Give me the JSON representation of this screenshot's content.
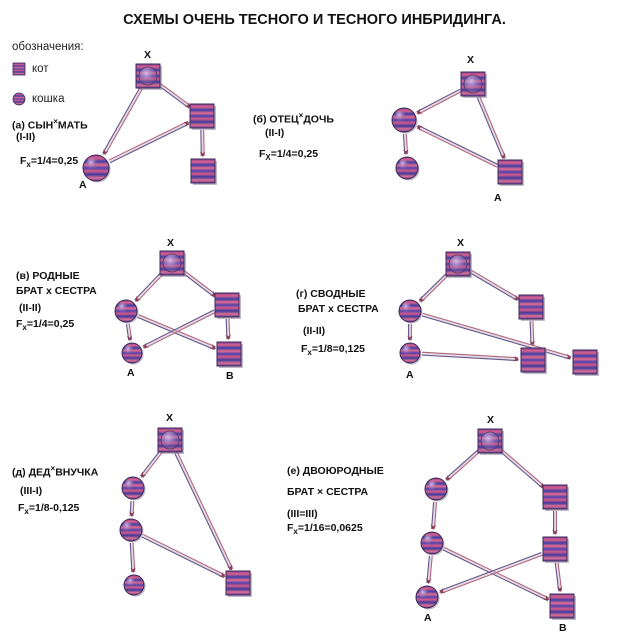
{
  "title": "СХЕМЫ ОЧЕНЬ ТЕСНОГО И ТЕСНОГО ИНБРИДИНГА.",
  "legend": {
    "heading": "обозначения:",
    "male": "кот",
    "female": "кошка"
  },
  "diagrams": [
    {
      "id": "a",
      "cross_prefix": "(а) СЫН",
      "cross_suffix": "МАТЬ",
      "degree": "(I-II)",
      "fx_sub": "x",
      "fx_value": "=1/4=0,25",
      "top": "X",
      "left": "A"
    },
    {
      "id": "b",
      "cross_prefix": "(б) ОТЕЦ",
      "cross_suffix": "ДОЧЬ",
      "degree": "(II-I)",
      "fx_sub": "X",
      "fx_value": "=1/4=0,25",
      "top": "X",
      "bottom": "A"
    },
    {
      "id": "v",
      "line1": "(в) РОДНЫЕ",
      "line2": "БРАТ x  СЕСТРА",
      "degree": "(II-II)",
      "fx_sub": "x",
      "fx_value": "=1/4=0,25",
      "top": "X",
      "left": "A",
      "right": "B"
    },
    {
      "id": "g",
      "line1": "(г) СВОДНЫЕ",
      "line2": "БРАТ  x СЕСТРА",
      "degree": "(II-II)",
      "fx_sub": "x",
      "fx_value": "=1/8=0,125",
      "top": "X",
      "left": "A"
    },
    {
      "id": "d",
      "cross_prefix": "(д) ДЕД",
      "cross_suffix": "ВНУЧКА",
      "degree": "(III-I)",
      "fx_sub": "x",
      "fx_value": "=1/8-0,125",
      "top": "X"
    },
    {
      "id": "e",
      "line1": "(е) ДВОЮРОДНЫЕ",
      "line2": "БРАТ  ×  СЕСТРА",
      "degree": "(III=III)",
      "fx_sub": "x",
      "fx_value": "=1/16=0,0625",
      "top": "X",
      "left": "A",
      "right": "B"
    }
  ],
  "symbols": {
    "cross": "×",
    "fx_main": "F"
  }
}
